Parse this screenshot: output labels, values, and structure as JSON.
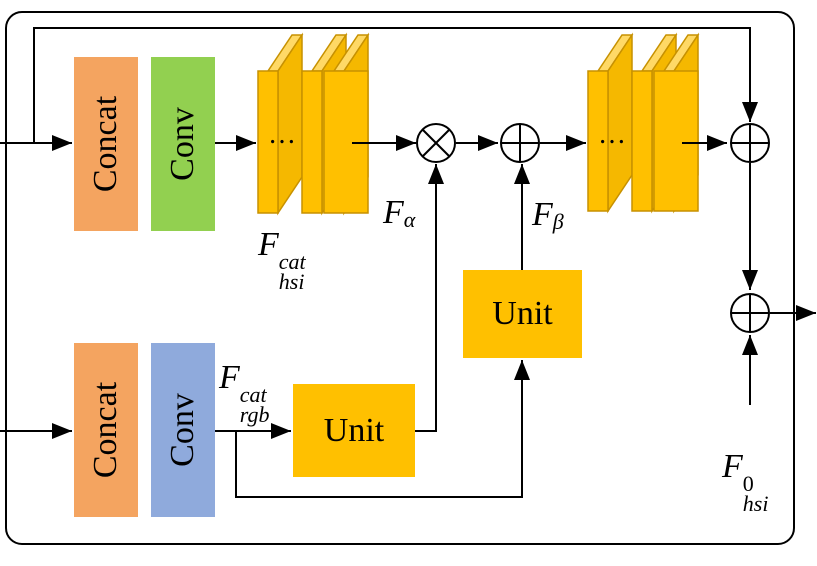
{
  "blocks": {
    "concat_top": "Concat",
    "conv_top": "Conv",
    "concat_bottom": "Concat",
    "conv_bottom": "Conv",
    "unit_upper": "Unit",
    "unit_lower": "Unit",
    "ellipsis_left": "…",
    "ellipsis_right": "…"
  },
  "labels": {
    "f_hsi_cat": {
      "base": "F",
      "sup": "cat",
      "sub": "hsi"
    },
    "f_rgb_cat": {
      "base": "F",
      "sup": "cat",
      "sub": "rgb"
    },
    "f_alpha": {
      "base": "F",
      "sub": "α"
    },
    "f_beta": {
      "base": "F",
      "sub": "β"
    },
    "f_hsi_0": {
      "base": "F",
      "sup": "0",
      "sub": "hsi"
    }
  },
  "colors": {
    "concat": "#F4A460",
    "conv_top": "#92D050",
    "conv_bottom": "#8FAADC",
    "unit": "#FFC000",
    "feature_front": "#FFC000",
    "feature_side": "#FFD966",
    "feature_stroke": "#C79100",
    "line": "#000000",
    "frame": "#000000"
  },
  "icons": {
    "multiply_node": "circled-times-icon",
    "add_node": "circled-plus-icon"
  }
}
